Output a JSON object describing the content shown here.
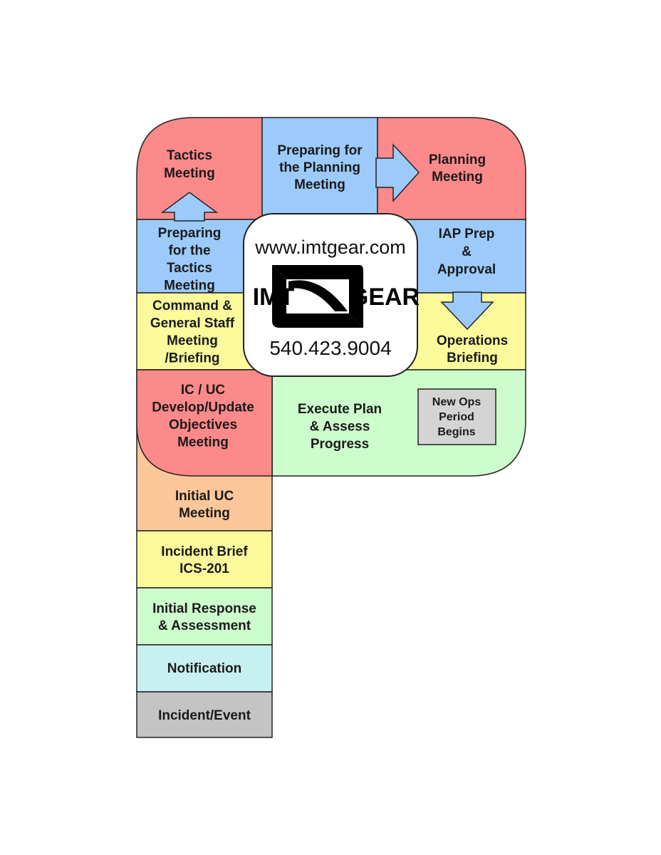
{
  "colors": {
    "red": "#fd8a8a",
    "blue": "#9ccbfb",
    "yellow": "#fdfa9b",
    "green": "#cdfdcd",
    "orange": "#fbc79a",
    "cyan": "#c8f0f0",
    "gray": "#c4c4c4",
    "light_gray": "#d4d4d4"
  },
  "logo": {
    "url": "www.imtgear.com",
    "brand_left": "IMT",
    "brand_right": "GEAR",
    "phone": "540.423.9004"
  },
  "steps": {
    "tactics_meeting": [
      "Tactics",
      "Meeting"
    ],
    "prep_planning": [
      "Preparing for",
      "the Planning",
      "Meeting"
    ],
    "planning_meeting": [
      "Planning",
      "Meeting"
    ],
    "prep_tactics": [
      "Preparing",
      "for the",
      "Tactics",
      "Meeting"
    ],
    "iap_prep": [
      "IAP Prep",
      "&",
      "Approval"
    ],
    "command_staff": [
      "Command &",
      "General Staff",
      "Meeting",
      "/Briefing"
    ],
    "operations_briefing": [
      "Operations",
      "Briefing"
    ],
    "ic_uc": [
      "IC / UC",
      "Develop/Update",
      "Objectives",
      "Meeting"
    ],
    "execute_plan": [
      "Execute Plan",
      "& Assess",
      "Progress"
    ],
    "new_ops": [
      "New Ops",
      "Period",
      "Begins"
    ],
    "initial_uc": [
      "Initial UC",
      "Meeting"
    ],
    "incident_brief": [
      "Incident Brief",
      "ICS-201"
    ],
    "initial_response": [
      "Initial Response",
      "& Assessment"
    ],
    "notification": [
      "Notification"
    ],
    "incident_event": [
      "Incident/Event"
    ]
  }
}
